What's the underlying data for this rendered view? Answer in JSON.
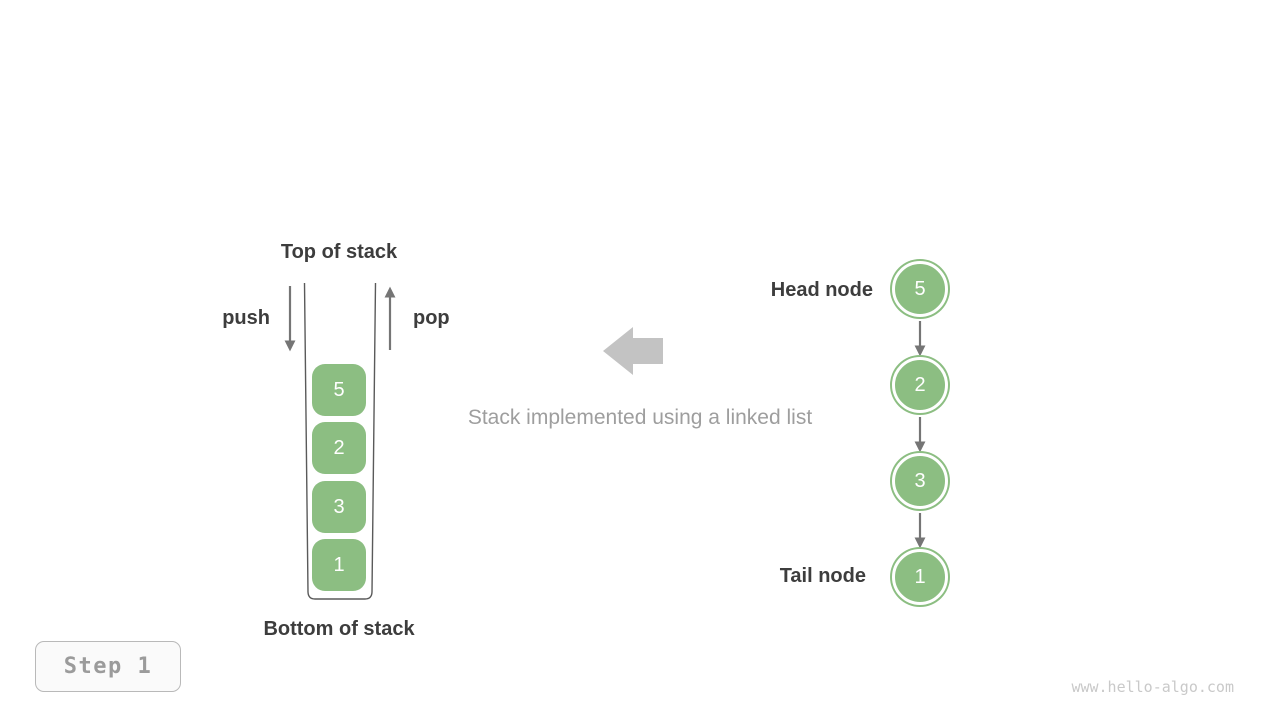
{
  "colors": {
    "green": "#8cbe82",
    "dark": "#3d3d3d",
    "arrow": "#757575",
    "wall": "#5a5a5a",
    "bigArrow": "#c3c3c3",
    "captionGray": "#9e9e9e",
    "badgeText": "#9b9b9b",
    "badgeBorder": "#b9b9b9",
    "badgeBg": "#fafafa",
    "watermarkGray": "#c9c9c9"
  },
  "stack": {
    "top_label": "Top of stack",
    "bottom_label": "Bottom of stack",
    "push_label": "push",
    "pop_label": "pop",
    "items": [
      "5",
      "2",
      "3",
      "1"
    ]
  },
  "caption": "Stack implemented using a linked list",
  "linked_list": {
    "head_label": "Head node",
    "tail_label": "Tail node",
    "nodes": [
      "5",
      "2",
      "3",
      "1"
    ]
  },
  "step_badge": "Step 1",
  "watermark": "www.hello-algo.com"
}
